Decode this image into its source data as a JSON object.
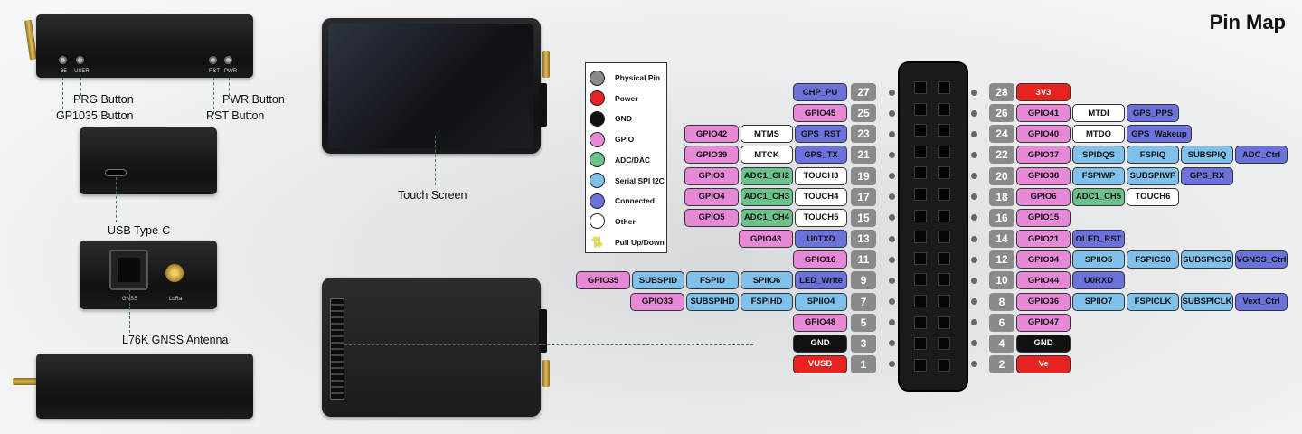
{
  "title": "Pin Map",
  "device_labels": {
    "prg_button": "PRG Button",
    "gp1035_button": "GP1035 Button",
    "pwr_button": "PWR Button",
    "rst_button": "RST Button",
    "usb_type_c": "USB Type-C",
    "gnss_antenna": "L76K GNSS Antenna",
    "touch_screen": "Touch Screen"
  },
  "device_tiny_labels": {
    "btn35": "35",
    "user": "USER",
    "rst": "RST",
    "pwr": "PWR",
    "gnss": "GNSS",
    "lora": "LoRa"
  },
  "colors": {
    "physical": "#8a8a8a",
    "power": "#e8221f",
    "gnd": "#111111",
    "gpio": "#e889d8",
    "adc": "#6cc28b",
    "serial": "#7fc1ea",
    "connected": "#6b72dc",
    "other": "#ffffff",
    "pullup": "#f1e33b"
  },
  "legend": [
    {
      "label": "Physical Pin",
      "color": "#8a8a8a"
    },
    {
      "label": "Power",
      "color": "#e8221f"
    },
    {
      "label": "GND",
      "color": "#111111"
    },
    {
      "label": "GPIO",
      "color": "#e889d8"
    },
    {
      "label": "ADC/DAC",
      "color": "#6cc28b"
    },
    {
      "label": "Serial SPI I2C",
      "color": "#7fc1ea"
    },
    {
      "label": "Connected",
      "color": "#6b72dc"
    },
    {
      "label": "Other",
      "color": "#ffffff"
    },
    {
      "label": "Pull Up/Down",
      "color": "#f1e33b"
    }
  ],
  "left_pins": [
    {
      "num": "27",
      "labels": [
        {
          "t": "CHP_PU",
          "c": "connected"
        }
      ]
    },
    {
      "num": "25",
      "labels": [
        {
          "t": "GPIO45",
          "c": "gpio"
        }
      ]
    },
    {
      "num": "23",
      "labels": [
        {
          "t": "GPS_RST",
          "c": "connected"
        },
        {
          "t": "MTMS",
          "c": "other"
        },
        {
          "t": "GPIO42",
          "c": "gpio"
        }
      ]
    },
    {
      "num": "21",
      "labels": [
        {
          "t": "GPS_TX",
          "c": "connected"
        },
        {
          "t": "MTCK",
          "c": "other"
        },
        {
          "t": "GPIO39",
          "c": "gpio"
        }
      ]
    },
    {
      "num": "19",
      "labels": [
        {
          "t": "TOUCH3",
          "c": "other"
        },
        {
          "t": "ADC1_CH2",
          "c": "adc"
        },
        {
          "t": "GPIO3",
          "c": "gpio"
        }
      ]
    },
    {
      "num": "17",
      "labels": [
        {
          "t": "TOUCH4",
          "c": "other"
        },
        {
          "t": "ADC1_CH3",
          "c": "adc"
        },
        {
          "t": "GPIO4",
          "c": "gpio"
        }
      ]
    },
    {
      "num": "15",
      "labels": [
        {
          "t": "TOUCH5",
          "c": "other"
        },
        {
          "t": "ADC1_CH4",
          "c": "adc"
        },
        {
          "t": "GPIO5",
          "c": "gpio"
        }
      ]
    },
    {
      "num": "13",
      "labels": [
        {
          "t": "U0TXD",
          "c": "connected"
        },
        {
          "t": "GPIO43",
          "c": "gpio"
        }
      ]
    },
    {
      "num": "11",
      "labels": [
        {
          "t": "GPIO16",
          "c": "gpio"
        }
      ]
    },
    {
      "num": "9",
      "labels": [
        {
          "t": "LED_Write",
          "c": "connected"
        },
        {
          "t": "SPIIO6",
          "c": "serial"
        },
        {
          "t": "FSPID",
          "c": "serial"
        },
        {
          "t": "SUBSPID",
          "c": "serial"
        },
        {
          "t": "GPIO35",
          "c": "gpio"
        }
      ]
    },
    {
      "num": "7",
      "labels": [
        {
          "t": "SPIIO4",
          "c": "serial"
        },
        {
          "t": "FSPIHD",
          "c": "serial"
        },
        {
          "t": "SUBSPIHD",
          "c": "serial"
        },
        {
          "t": "GPIO33",
          "c": "gpio"
        }
      ]
    },
    {
      "num": "5",
      "labels": [
        {
          "t": "GPIO48",
          "c": "gpio"
        }
      ]
    },
    {
      "num": "3",
      "labels": [
        {
          "t": "GND",
          "c": "gnd"
        }
      ]
    },
    {
      "num": "1",
      "labels": [
        {
          "t": "VUSB",
          "c": "power"
        }
      ]
    }
  ],
  "right_pins": [
    {
      "num": "28",
      "labels": [
        {
          "t": "3V3",
          "c": "power"
        }
      ]
    },
    {
      "num": "26",
      "labels": [
        {
          "t": "GPIO41",
          "c": "gpio"
        },
        {
          "t": "MTDI",
          "c": "other"
        },
        {
          "t": "GPS_PPS",
          "c": "connected"
        }
      ]
    },
    {
      "num": "24",
      "labels": [
        {
          "t": "GPIO40",
          "c": "gpio"
        },
        {
          "t": "MTDO",
          "c": "other"
        },
        {
          "t": "GPS_Wakeup",
          "c": "connected"
        }
      ]
    },
    {
      "num": "22",
      "labels": [
        {
          "t": "GPIO37",
          "c": "gpio"
        },
        {
          "t": "SPIDQS",
          "c": "serial"
        },
        {
          "t": "FSPIQ",
          "c": "serial"
        },
        {
          "t": "SUBSPIQ",
          "c": "serial"
        },
        {
          "t": "ADC_Ctrl",
          "c": "connected"
        }
      ]
    },
    {
      "num": "20",
      "labels": [
        {
          "t": "GPIO38",
          "c": "gpio"
        },
        {
          "t": "FSPIWP",
          "c": "serial"
        },
        {
          "t": "SUBSPIWP",
          "c": "serial"
        },
        {
          "t": "GPS_RX",
          "c": "connected"
        }
      ]
    },
    {
      "num": "18",
      "labels": [
        {
          "t": "GPIO6",
          "c": "gpio"
        },
        {
          "t": "ADC1_CH5",
          "c": "adc"
        },
        {
          "t": "TOUCH6",
          "c": "other"
        }
      ]
    },
    {
      "num": "16",
      "labels": [
        {
          "t": "GPIO15",
          "c": "gpio"
        }
      ]
    },
    {
      "num": "14",
      "labels": [
        {
          "t": "GPIO21",
          "c": "gpio"
        },
        {
          "t": "OLED_RST",
          "c": "connected"
        }
      ]
    },
    {
      "num": "12",
      "labels": [
        {
          "t": "GPIO34",
          "c": "gpio"
        },
        {
          "t": "SPIIO5",
          "c": "serial"
        },
        {
          "t": "FSPICS0",
          "c": "serial"
        },
        {
          "t": "SUBSPICS0",
          "c": "serial"
        },
        {
          "t": "VGNSS_Ctrl",
          "c": "connected"
        }
      ]
    },
    {
      "num": "10",
      "labels": [
        {
          "t": "GPIO44",
          "c": "gpio"
        },
        {
          "t": "U0RXD",
          "c": "connected"
        }
      ]
    },
    {
      "num": "8",
      "labels": [
        {
          "t": "GPIO36",
          "c": "gpio"
        },
        {
          "t": "SPIIO7",
          "c": "serial"
        },
        {
          "t": "FSPICLK",
          "c": "serial"
        },
        {
          "t": "SUBSPICLK",
          "c": "serial"
        },
        {
          "t": "Vext_Ctrl",
          "c": "connected"
        }
      ]
    },
    {
      "num": "6",
      "labels": [
        {
          "t": "GPIO47",
          "c": "gpio"
        }
      ]
    },
    {
      "num": "4",
      "labels": [
        {
          "t": "GND",
          "c": "gnd"
        }
      ]
    },
    {
      "num": "2",
      "labels": [
        {
          "t": "Ve",
          "c": "power"
        }
      ]
    }
  ]
}
